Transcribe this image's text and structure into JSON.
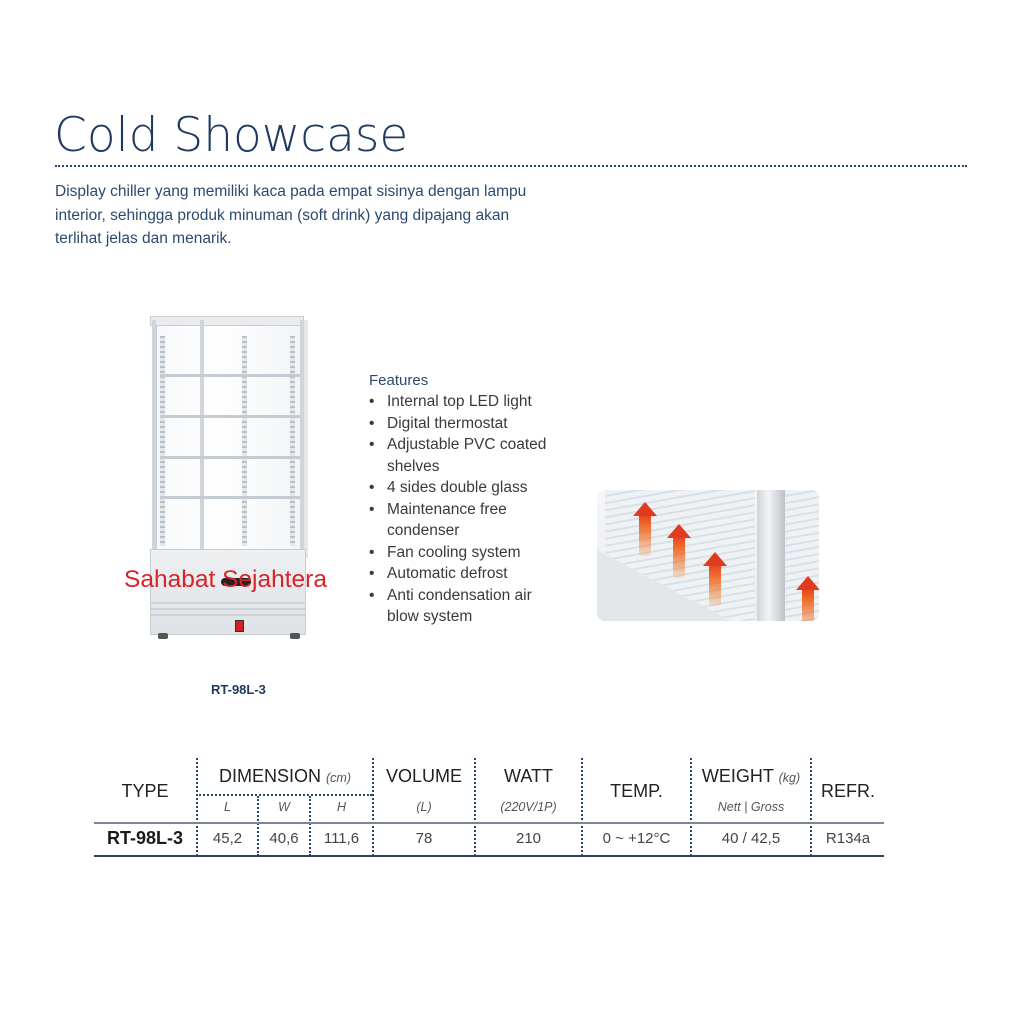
{
  "header": {
    "title": "Cold Showcase",
    "intro_lines": [
      "Display chiller yang memiliki kaca pada empat sisinya dengan lampu",
      "interior, sehingga produk minuman (soft drink) yang dipajang akan",
      "terlihat jelas dan menarik."
    ]
  },
  "product": {
    "image_icon": "display-chiller-image",
    "watermark": "Sahabat Sejahtera",
    "model_caption": "RT-98L-3"
  },
  "features": {
    "title": "Features",
    "items": [
      [
        "Internal top LED light"
      ],
      [
        "Digital thermostat"
      ],
      [
        "Adjustable PVC coated",
        "shelves"
      ],
      [
        "4 sides double glass"
      ],
      [
        "Maintenance free",
        "condenser"
      ],
      [
        "Fan cooling system"
      ],
      [
        "Automatic defrost"
      ],
      [
        "Anti condensation air",
        "blow system"
      ]
    ],
    "bullet": "•"
  },
  "detail_image": {
    "icon": "anti-condensation-airflow-image",
    "accent_color": "#e23a1e"
  },
  "spec_table": {
    "headers": {
      "type": "TYPE",
      "dimension": "DIMENSION",
      "dimension_unit": "(cm)",
      "dimension_sub": [
        "L",
        "W",
        "H"
      ],
      "volume": "VOLUME",
      "volume_unit": "(L)",
      "watt": "WATT",
      "watt_unit": "(220V/1P)",
      "temp": "TEMP.",
      "weight": "WEIGHT",
      "weight_unit": "(kg)",
      "weight_sub": "Nett | Gross",
      "refr": "REFR."
    },
    "rows": [
      {
        "type": "RT-98L-3",
        "l": "45,2",
        "w": "40,6",
        "h": "111,6",
        "volume": "78",
        "watt": "210",
        "temp": "0 ~ +12°C",
        "weight": "40 / 42,5",
        "refr": "R134a"
      }
    ]
  },
  "colors": {
    "title": "#1e3a5c",
    "rule": "#2a4568",
    "watermark": "#d8232a"
  }
}
